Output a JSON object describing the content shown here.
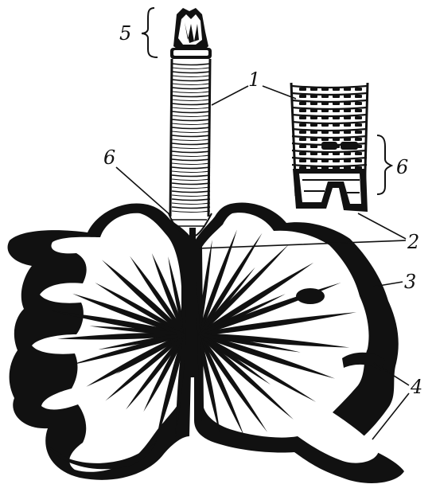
{
  "labels": {
    "l1": "1",
    "l2": "2",
    "l3": "3",
    "l4": "4",
    "l5": "5",
    "l6_left": "6",
    "l6_right": "6"
  },
  "colors": {
    "ink": "#111111",
    "paper": "#ffffff"
  }
}
